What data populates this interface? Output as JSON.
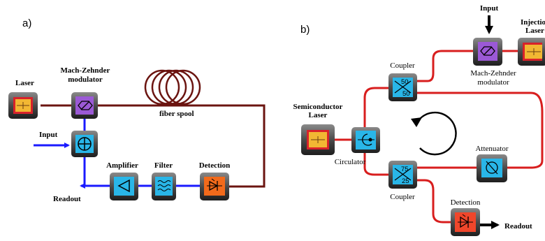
{
  "panels": {
    "a": "a)",
    "b": "b)"
  },
  "labels_a": {
    "laser": "Laser",
    "mzm_line1": "Mach-Zehnder",
    "mzm_line2": "modulator",
    "fiber_spool": "fiber spool",
    "input": "Input",
    "amplifier": "Amplifier",
    "filter": "Filter",
    "detection": "Detection",
    "readout": "Readout"
  },
  "labels_b": {
    "input": "Input",
    "injection_line1": "Injection",
    "injection_line2": "Laser",
    "coupler_top": "Coupler",
    "coupler_top_ratio_a": "50",
    "coupler_top_ratio_b": "50",
    "mzm_line1": "Mach-Zehnder",
    "mzm_line2": "modulator",
    "semi_line1": "Semiconductor",
    "semi_line2": "Laser",
    "circulator": "Circulator",
    "attenuator": "Attenuator",
    "coupler_bottom": "Coupler",
    "coupler_bottom_ratio_a": "75",
    "coupler_bottom_ratio_b": "25",
    "detection": "Detection",
    "readout": "Readout"
  },
  "colors": {
    "fiber_a": "#6b1410",
    "electric_a": "#1a1aff",
    "fiber_b": "#d81e1e",
    "laser": "#f2b733",
    "mzm": "#9b59d6",
    "cyan": "#29b6e8",
    "detector": "#f26a1b",
    "detector_b": "#f0462b"
  }
}
